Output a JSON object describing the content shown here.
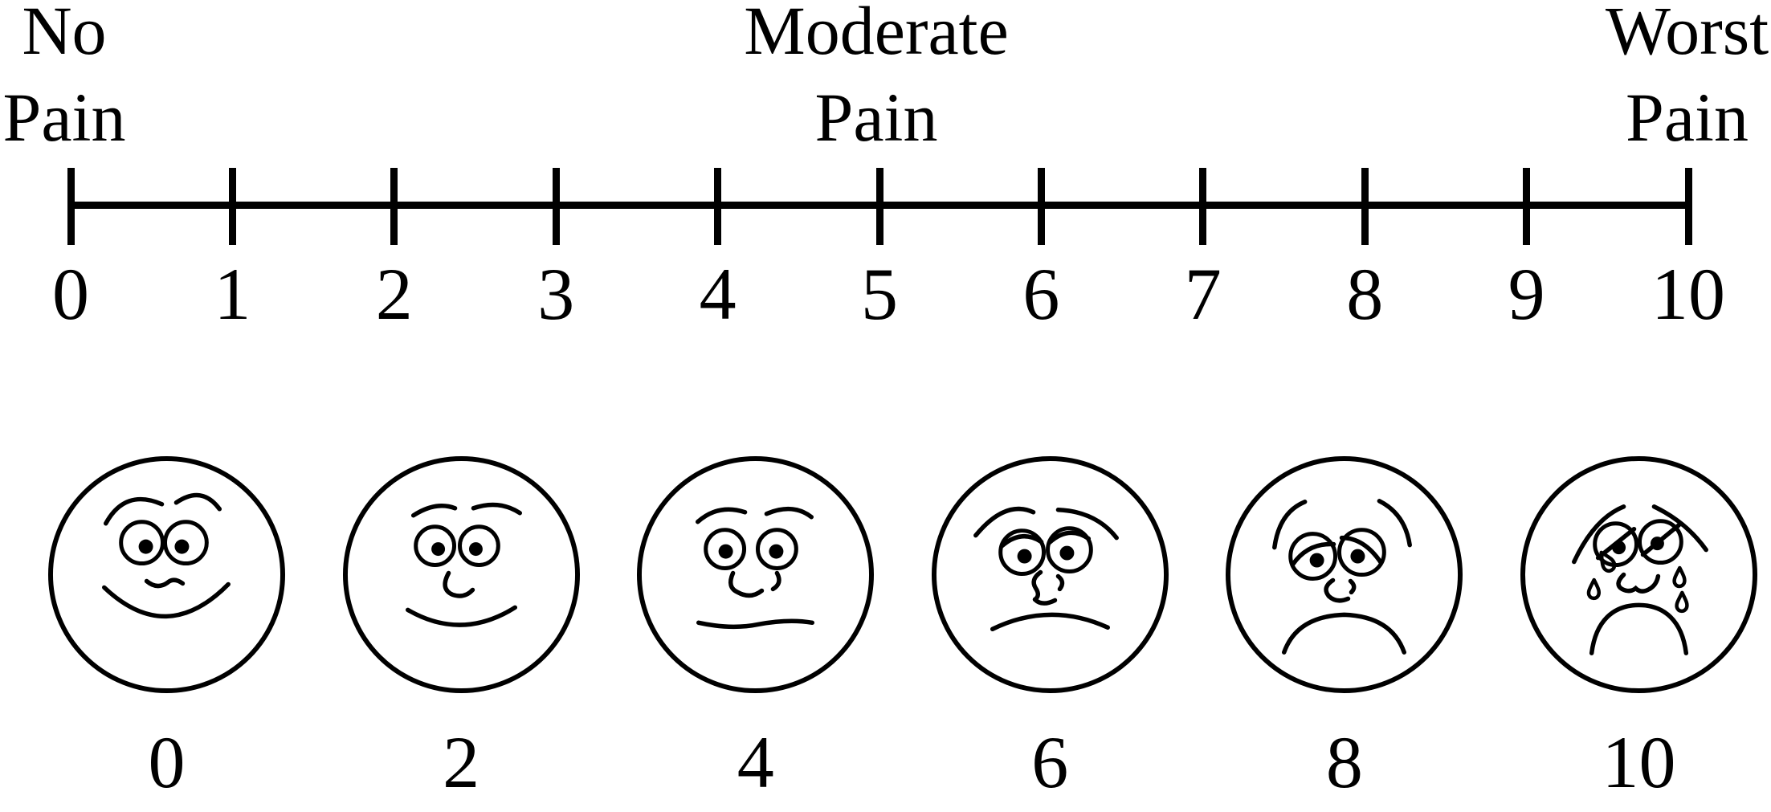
{
  "colors": {
    "ink": "#000000",
    "background": "#ffffff"
  },
  "numeric_scale": {
    "left_label": {
      "line1": "No",
      "line2": "Pain"
    },
    "center_label": {
      "line1": "Moderate",
      "line2": "Pain"
    },
    "right_label": {
      "line1": "Worst",
      "line2": "Pain"
    },
    "ticks": [
      "0",
      "1",
      "2",
      "3",
      "4",
      "5",
      "6",
      "7",
      "8",
      "9",
      "10"
    ]
  },
  "faces_scale": {
    "faces": [
      {
        "value": "0",
        "expression": "smiling"
      },
      {
        "value": "2",
        "expression": "slightly-smiling"
      },
      {
        "value": "4",
        "expression": "neutral"
      },
      {
        "value": "6",
        "expression": "worried"
      },
      {
        "value": "8",
        "expression": "sad"
      },
      {
        "value": "10",
        "expression": "crying"
      }
    ]
  }
}
